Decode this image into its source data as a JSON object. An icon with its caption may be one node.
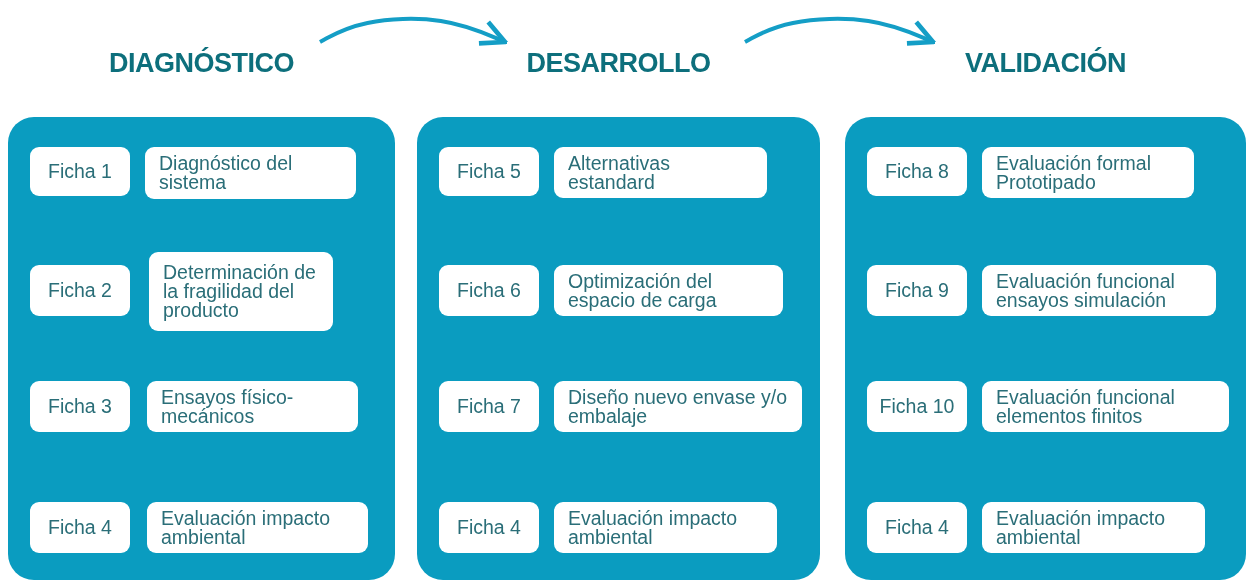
{
  "diagram": {
    "nodes": [
      {
        "text": [
          "DIAGNÓSTICO"
        ]
      },
      {
        "text": [
          "Ficha 1"
        ],
        "in": 0
      },
      {
        "text": [
          "Diagnóstico del sistema"
        ],
        "in": 0
      },
      {
        "text": [
          "Ficha 2"
        ],
        "in": 0
      },
      {
        "text": [
          "Determinación de la fragilidad del producto"
        ],
        "in": 0
      },
      {
        "text": [
          "Ficha 3"
        ],
        "in": 0
      },
      {
        "text": [
          "Ensayos físico-mecánicos"
        ],
        "in": 0
      },
      {
        "text": [
          "Ficha 4"
        ],
        "in": 0
      },
      {
        "text": [
          "Evaluación impacto ambiental"
        ],
        "in": 0
      },
      {
        "text": [
          "DESARROLLO"
        ]
      },
      {
        "text": [
          "Ficha 5"
        ],
        "in": 9
      },
      {
        "text": [
          "Alternativas estandard"
        ],
        "in": 9
      },
      {
        "text": [
          "Ficha 6"
        ],
        "in": 9
      },
      {
        "text": [
          "Optimización del espacio de carga"
        ],
        "in": 9
      },
      {
        "text": [
          "Ficha 7"
        ],
        "in": 9
      },
      {
        "text": [
          "Diseño nuevo envase y/o embalaje"
        ],
        "in": 9
      },
      {
        "text": [
          "Ficha 4"
        ],
        "in": 9
      },
      {
        "text": [
          "Evaluación impacto ambiental"
        ],
        "in": 9
      },
      {
        "text": [
          "VALIDACIÓN"
        ]
      },
      {
        "text": [
          "Ficha 8"
        ],
        "in": 18
      },
      {
        "text": [
          "Evaluación formal Prototipado"
        ],
        "in": 18
      },
      {
        "text": [
          "Ficha 9"
        ],
        "in": 18
      },
      {
        "text": [
          "Evaluación funcional ensayos simulación"
        ],
        "in": 18
      },
      {
        "text": [
          "Ficha 10"
        ],
        "in": 18
      },
      {
        "text": [
          "Evaluación funcional elementos finitos"
        ],
        "in": 18
      },
      {
        "text": [
          "Ficha 4"
        ],
        "in": 18
      },
      {
        "text": [
          "Evaluación impacto ambiental"
        ],
        "in": 18
      }
    ],
    "edges": [
      {
        "from": 0,
        "to": 9,
        "arrow": "to"
      },
      {
        "from": 9,
        "to": 18,
        "arrow": "to"
      }
    ]
  }
}
